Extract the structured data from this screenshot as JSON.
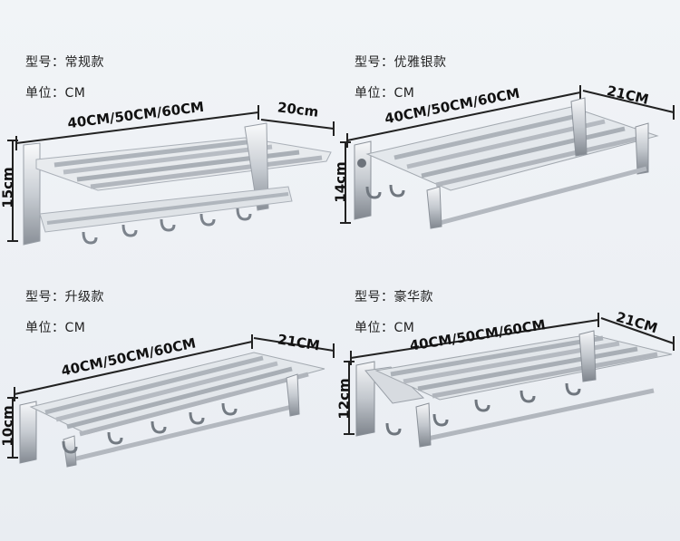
{
  "products": [
    {
      "model_label": "型号：",
      "model_name": "常规款",
      "unit_label": "单位：",
      "unit_value": "CM",
      "length_dim": "40CM/50CM/60CM",
      "depth_dim": "20cm",
      "height_dim": "15cm"
    },
    {
      "model_label": "型号：",
      "model_name": "优雅银款",
      "unit_label": "单位：",
      "unit_value": "CM",
      "length_dim": "40CM/50CM/60CM",
      "depth_dim": "21CM",
      "height_dim": "14cm"
    },
    {
      "model_label": "型号：",
      "model_name": "升级款",
      "unit_label": "单位：",
      "unit_value": "CM",
      "length_dim": "40CM/50CM/60CM",
      "depth_dim": "21CM",
      "height_dim": "10cm"
    },
    {
      "model_label": "型号：",
      "model_name": "豪华款",
      "unit_label": "单位：",
      "unit_value": "CM",
      "length_dim": "40CM/50CM/60CM",
      "depth_dim": "21CM",
      "height_dim": "12cm"
    }
  ]
}
